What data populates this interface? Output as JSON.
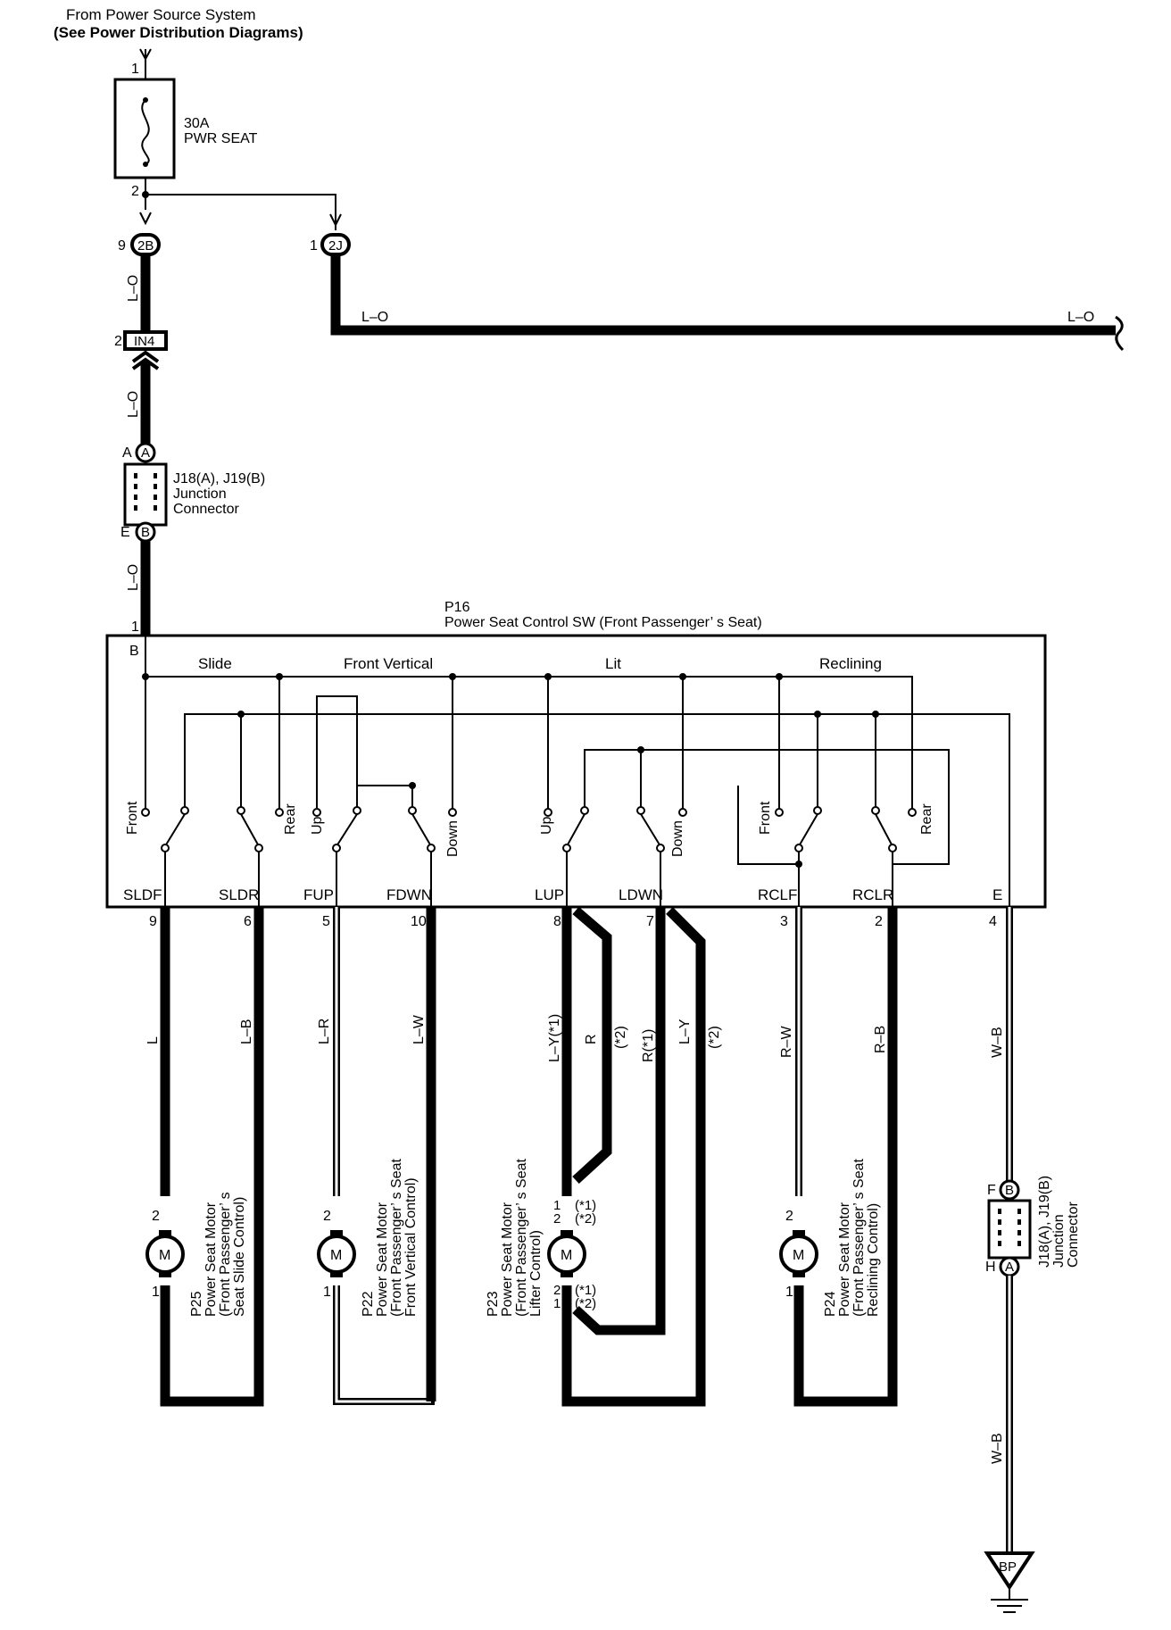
{
  "header": {
    "line1": "From Power Source System",
    "line2": "(See Power Distribution Diagrams)"
  },
  "fuse": {
    "rating": "30A",
    "name": "PWR SEAT",
    "pin_in": "1",
    "pin_out": "2"
  },
  "connectors": {
    "c2b": {
      "label": "2B",
      "pin": "9"
    },
    "c2j": {
      "label": "2J",
      "pin": "1"
    },
    "in4": {
      "label": "IN4",
      "pin": "2"
    },
    "j_top": {
      "a": "A",
      "b": "B",
      "pin_a": "A",
      "pin_b": "E",
      "title": "J18(A), J19(B)",
      "line2": "Junction",
      "line3": "Connector"
    },
    "j_bottom": {
      "f": "F",
      "b": "B",
      "h": "H",
      "a": "A",
      "title": "J18(A), J19(B)",
      "line2": "Junction",
      "line3": "Connector"
    },
    "ground": {
      "label": "BP"
    }
  },
  "wires": {
    "lo1": "L–O",
    "lo2": "L–O",
    "lo3": "L–O",
    "lo_right_a": "L–O",
    "lo_right_b": "L–O",
    "w_l": "L",
    "w_lb": "L–B",
    "w_lr": "L–R",
    "w_lw": "L–W",
    "w_ly1": "L–Y(*1)",
    "w_r": "R",
    "w_r2": "(*2)",
    "w_r1": "R(*1)",
    "w_ly": "L–Y",
    "w_ly2": "(*2)",
    "w_rw": "R–W",
    "w_rb": "R–B",
    "w_wb1": "W–B",
    "w_wb2": "W–B"
  },
  "switch": {
    "code": "P16",
    "title": "Power Seat Control SW (Front Passenger’ s Seat)",
    "pin_b": "B",
    "pin_b_num": "1",
    "groups": [
      "Slide",
      "Front Vertical",
      "Lit",
      "Reclining"
    ],
    "contacts": [
      "Front",
      "Rear",
      "Up",
      "Down",
      "Up",
      "Down",
      "Front",
      "Rear"
    ],
    "terminals": [
      "SLDF",
      "SLDR",
      "FUP",
      "FDWN",
      "LUP",
      "LDWN",
      "RCLF",
      "RCLR",
      "E"
    ],
    "terminal_pins": [
      "9",
      "6",
      "5",
      "10",
      "8",
      "7",
      "3",
      "2",
      "4"
    ]
  },
  "motors": [
    {
      "code": "P25",
      "l1": "Power Seat Motor",
      "l2": "(Front Passenger’ s",
      "l3": "Seat Slide Control)",
      "symbol": "M",
      "pin_top": "2",
      "pin_bot": "1"
    },
    {
      "code": "P22",
      "l1": "Power Seat Motor",
      "l2": "(Front Passenger’ s Seat",
      "l3": "Front Vertical Control)",
      "symbol": "M",
      "pin_top": "2",
      "pin_bot": "1"
    },
    {
      "code": "P23",
      "l1": "Power Seat Motor",
      "l2": "(Front Passenger’ s Seat",
      "l3": "Lifter Control)",
      "symbol": "M",
      "pin_top_a": "1",
      "pin_top_b": "2",
      "note_a": "(*1)",
      "note_b": "(*2)",
      "pin_bot_a": "2",
      "pin_bot_b": "1",
      "note_c": "(*1)",
      "note_d": "(*2)"
    },
    {
      "code": "P24",
      "l1": "Power Seat Motor",
      "l2": "(Front Passenger’ s Seat",
      "l3": "Reclining Control)",
      "symbol": "M",
      "pin_top": "2",
      "pin_bot": "1"
    }
  ]
}
